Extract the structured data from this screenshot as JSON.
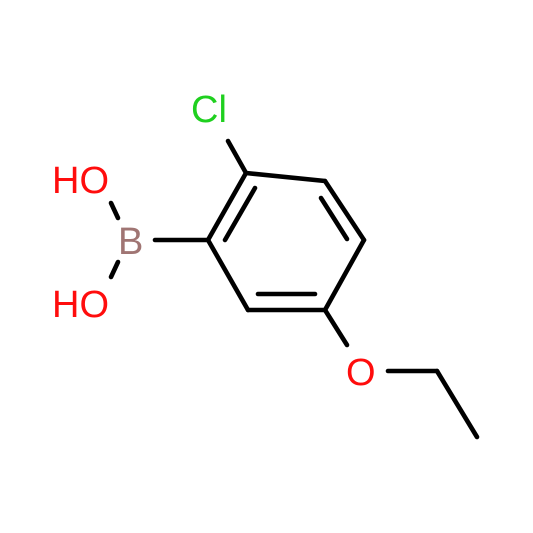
{
  "molecule": {
    "atoms": {
      "cl": {
        "text": "Cl",
        "color": "#1fd01f"
      },
      "b": {
        "text": "B",
        "color": "#a07573"
      },
      "oh_top": {
        "text": "HO",
        "color": "#ff0d0d"
      },
      "oh_bottom": {
        "text": "HO",
        "color": "#ff0d0d"
      },
      "o_ether": {
        "text": "O",
        "color": "#ff0d0d"
      }
    },
    "bond_color": "#000000"
  }
}
